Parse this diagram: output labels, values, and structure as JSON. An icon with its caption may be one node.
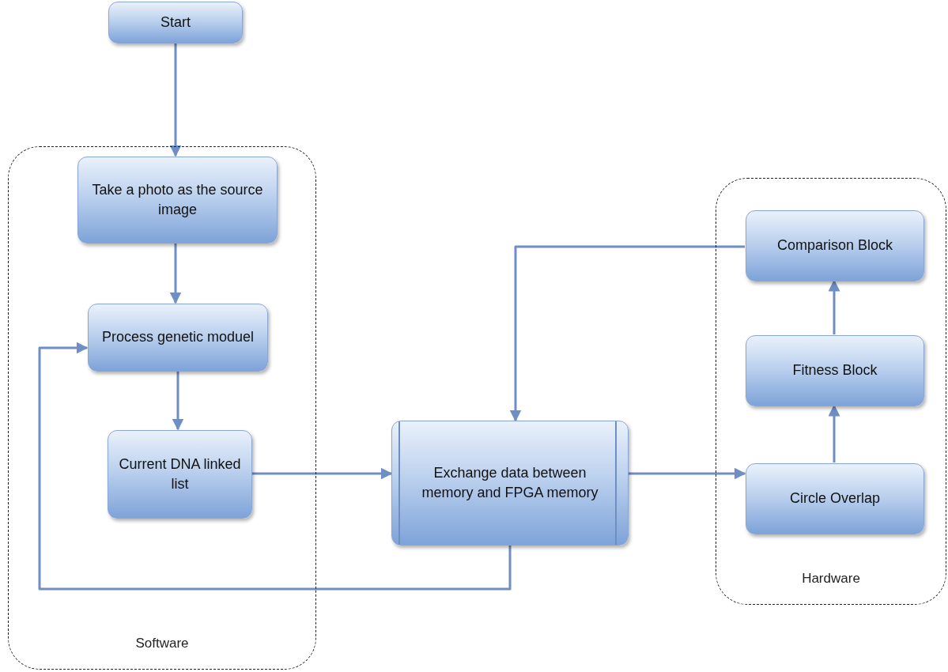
{
  "diagram": {
    "nodes": [
      {
        "text": [
          "Software"
        ]
      },
      {
        "text": [
          "Hardware"
        ]
      },
      {
        "text": [
          "Start"
        ]
      },
      {
        "text": [
          "Take a photo as the source image"
        ],
        "in": 0
      },
      {
        "text": [
          "Process genetic moduel"
        ],
        "in": 0
      },
      {
        "text": [
          "Current DNA linked list"
        ],
        "in": 0
      },
      {
        "text": [
          "Exchange data between memory and FPGA memory"
        ]
      },
      {
        "text": [
          "Comparison Block"
        ],
        "in": 1
      },
      {
        "text": [
          "Fitness Block"
        ],
        "in": 1
      },
      {
        "text": [
          "Circle Overlap"
        ],
        "in": 1
      }
    ],
    "edges": [
      {
        "from": 2,
        "to": 3,
        "arrow": "to"
      },
      {
        "from": 3,
        "to": 4,
        "arrow": "to"
      },
      {
        "from": 4,
        "to": 5,
        "arrow": "to"
      },
      {
        "from": 5,
        "to": 6,
        "arrow": "to"
      },
      {
        "from": 6,
        "to": 9,
        "arrow": "to"
      },
      {
        "from": 9,
        "to": 8,
        "arrow": "to"
      },
      {
        "from": 8,
        "to": 7,
        "arrow": "to"
      },
      {
        "from": 7,
        "to": 6,
        "arrow": "to"
      },
      {
        "from": 6,
        "to": 4,
        "arrow": "to"
      }
    ]
  }
}
